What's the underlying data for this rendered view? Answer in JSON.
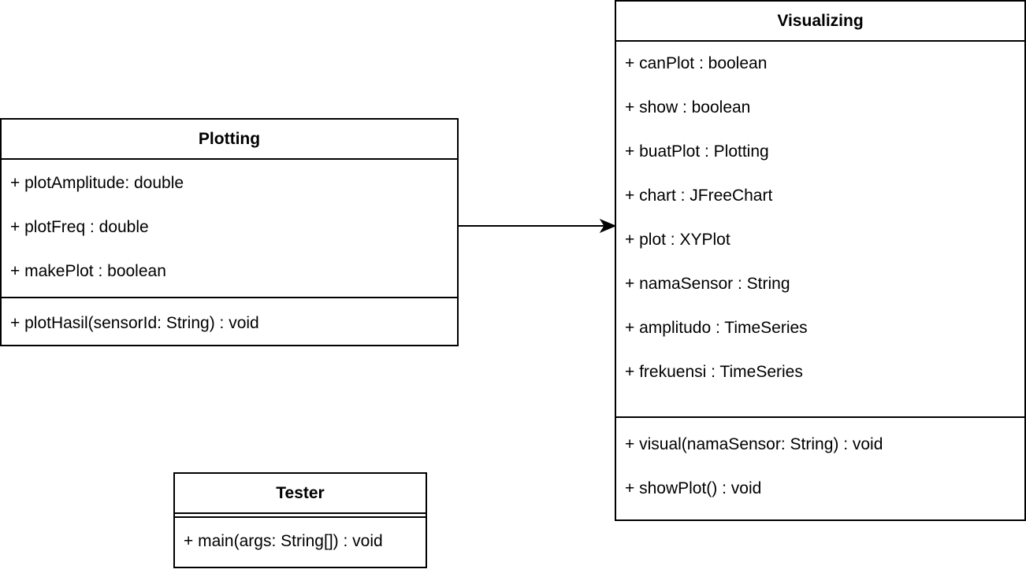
{
  "classes": {
    "plotting": {
      "name": "Plotting",
      "attributes": [
        "+ plotAmplitude: double",
        "+ plotFreq : double",
        "+ makePlot : boolean"
      ],
      "methods": [
        "+ plotHasil(sensorId: String) : void"
      ]
    },
    "visualizing": {
      "name": "Visualizing",
      "attributes": [
        "+ canPlot : boolean",
        "+ show : boolean",
        "+ buatPlot : Plotting",
        "+ chart : JFreeChart",
        "+ plot : XYPlot",
        "+ namaSensor : String",
        "+ amplitudo : TimeSeries",
        "+ frekuensi : TimeSeries"
      ],
      "methods": [
        "+ visual(namaSensor: String) : void",
        "+ showPlot() : void"
      ]
    },
    "tester": {
      "name": "Tester",
      "attributes": [],
      "methods": [
        "+ main(args: String[]) : void"
      ]
    }
  },
  "associations": [
    {
      "from": "plotting",
      "to": "visualizing",
      "arrow": "filled-triangle"
    }
  ],
  "colors": {
    "line": "#000000",
    "background": "#ffffff"
  }
}
